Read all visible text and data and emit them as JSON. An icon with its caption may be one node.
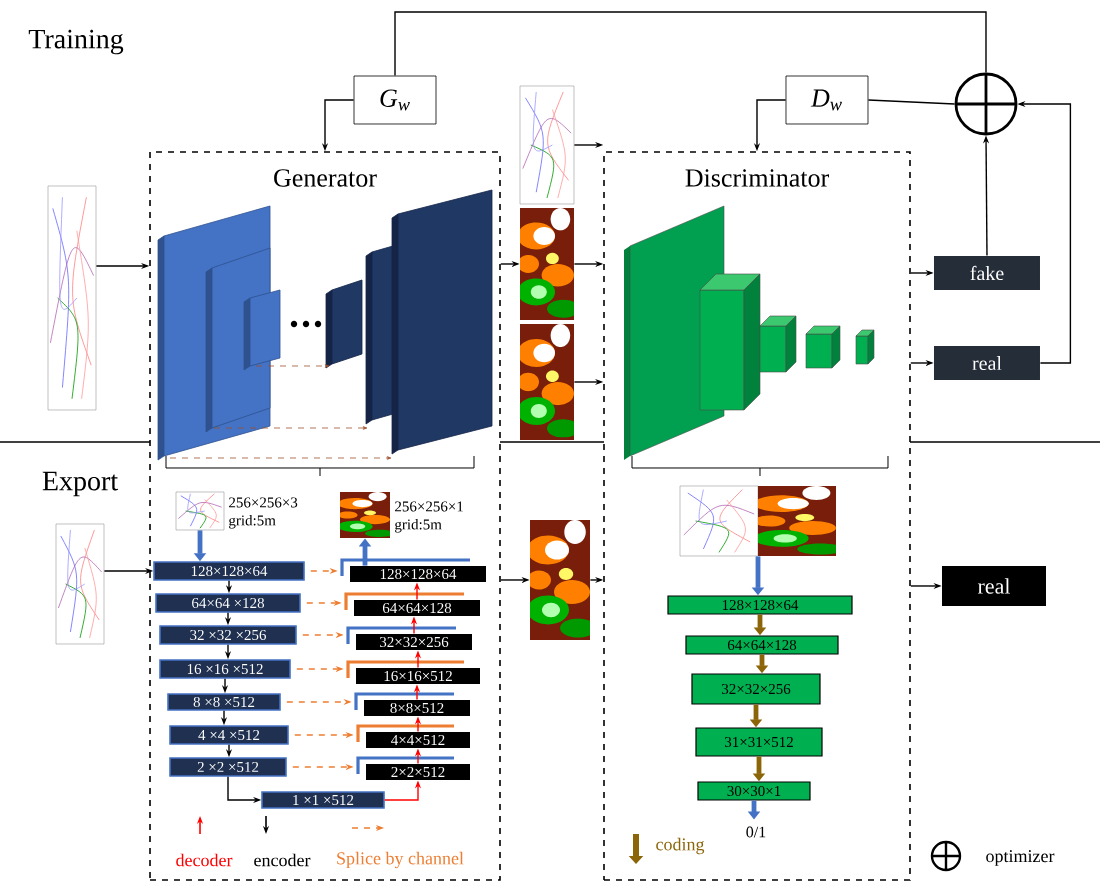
{
  "diagram": {
    "nodes": [
      {
        "text": [
          "Generator"
        ]
      },
      {
        "text": [
          "Discriminator"
        ]
      },
      {
        "text": [
          "G$_{w}$"
        ]
      },
      {
        "text": [
          "D$_{w}$"
        ]
      },
      {
        "text": [],
        "shape": "circle"
      },
      {
        "text": [
          "fake"
        ]
      },
      {
        "text": [
          "real"
        ]
      },
      {
        "text": [],
        "shape": "picture"
      },
      {
        "text": [],
        "shape": "picture"
      },
      {
        "text": [],
        "shape": "picture"
      },
      {
        "text": [],
        "shape": "picture"
      },
      {
        "text": [],
        "shape": "picture"
      },
      {
        "text": [],
        "shape": "picture",
        "in": 0,
        "beside": [
          "256×256×3 grid:5m"
        ]
      },
      {
        "text": [],
        "shape": "picture",
        "in": 0,
        "beside": [
          "256×256×1 grid:5m"
        ]
      },
      {
        "text": [
          "128×128×64"
        ],
        "in": 0
      },
      {
        "text": [
          "64×64 ×128"
        ],
        "in": 0
      },
      {
        "text": [
          "32 ×32 ×256"
        ],
        "in": 0
      },
      {
        "text": [
          "16 ×16 ×512"
        ],
        "in": 0
      },
      {
        "text": [
          "8 ×8 ×512"
        ],
        "in": 0
      },
      {
        "text": [
          "4 ×4 ×512"
        ],
        "in": 0
      },
      {
        "text": [
          "2 ×2 ×512"
        ],
        "in": 0
      },
      {
        "text": [
          "1 ×1 ×512"
        ],
        "in": 0
      },
      {
        "text": [
          "128×128×64"
        ],
        "in": 0
      },
      {
        "text": [
          "64×64×128"
        ],
        "in": 0
      },
      {
        "text": [
          "32×32×256"
        ],
        "in": 0
      },
      {
        "text": [
          "16×16×512"
        ],
        "in": 0
      },
      {
        "text": [
          "8×8×512"
        ],
        "in": 0
      },
      {
        "text": [
          "4×4×512"
        ],
        "in": 0
      },
      {
        "text": [
          "2×2×512"
        ],
        "in": 0
      },
      {
        "text": [],
        "shape": "picture"
      },
      {
        "text": [],
        "shape": "picture",
        "in": 1
      },
      {
        "text": [
          "128×128×64"
        ],
        "in": 1
      },
      {
        "text": [
          "64×64×128"
        ],
        "in": 1
      },
      {
        "text": [
          "32×32×256"
        ],
        "in": 1
      },
      {
        "text": [
          "31×31×512"
        ],
        "in": 1
      },
      {
        "text": [
          "30×30×1"
        ],
        "in": 1
      },
      {
        "text": [
          "0/1"
        ],
        "in": 1
      },
      {
        "text": [
          "real"
        ]
      }
    ],
    "edges": [
      {
        "from": 7,
        "to": 0,
        "arrow": "to"
      },
      {
        "from": 0,
        "to": 9,
        "arrow": "to"
      },
      {
        "from": 8,
        "to": 1,
        "arrow": "to"
      },
      {
        "from": 9,
        "to": 1,
        "arrow": "to"
      },
      {
        "from": 10,
        "to": 1,
        "arrow": "to"
      },
      {
        "from": 1,
        "to": 5,
        "arrow": "to"
      },
      {
        "from": 1,
        "to": 6,
        "arrow": "to"
      },
      {
        "from": 5,
        "to": 4,
        "arrow": "to"
      },
      {
        "from": 6,
        "to": 4,
        "arrow": "to"
      },
      {
        "from": 4,
        "to": 2,
        "arrow": "none"
      },
      {
        "from": 4,
        "to": 3,
        "arrow": "none"
      },
      {
        "from": 2,
        "to": 0,
        "arrow": "to"
      },
      {
        "from": 3,
        "to": 1,
        "arrow": "to"
      },
      {
        "from": 11,
        "to": 14,
        "arrow": "to"
      },
      {
        "from": 12,
        "to": 14,
        "arrow": "to",
        "style": "thick",
        "color": "#4472c4"
      },
      {
        "from": 14,
        "to": 15,
        "arrow": "to"
      },
      {
        "from": 15,
        "to": 16,
        "arrow": "to"
      },
      {
        "from": 16,
        "to": 17,
        "arrow": "to"
      },
      {
        "from": 17,
        "to": 18,
        "arrow": "to"
      },
      {
        "from": 18,
        "to": 19,
        "arrow": "to"
      },
      {
        "from": 19,
        "to": 20,
        "arrow": "to"
      },
      {
        "from": 20,
        "to": 21,
        "arrow": "to"
      },
      {
        "from": 21,
        "to": 28,
        "arrow": "to",
        "color": "#ff0000"
      },
      {
        "from": 28,
        "to": 27,
        "arrow": "to",
        "color": "#ff0000"
      },
      {
        "from": 27,
        "to": 26,
        "arrow": "to",
        "color": "#ff0000"
      },
      {
        "from": 26,
        "to": 25,
        "arrow": "to",
        "color": "#ff0000"
      },
      {
        "from": 25,
        "to": 24,
        "arrow": "to",
        "color": "#ff0000"
      },
      {
        "from": 24,
        "to": 23,
        "arrow": "to",
        "color": "#ff0000"
      },
      {
        "from": 23,
        "to": 22,
        "arrow": "to",
        "color": "#ff0000"
      },
      {
        "from": 22,
        "to": 13,
        "arrow": "to",
        "style": "thick",
        "color": "#4472c4"
      },
      {
        "from": 14,
        "to": 22,
        "arrow": "to",
        "style": "dashed",
        "color": "#ed7d31"
      },
      {
        "from": 15,
        "to": 23,
        "arrow": "to",
        "style": "dashed",
        "color": "#ed7d31"
      },
      {
        "from": 16,
        "to": 24,
        "arrow": "to",
        "style": "dashed",
        "color": "#ed7d31"
      },
      {
        "from": 17,
        "to": 25,
        "arrow": "to",
        "style": "dashed",
        "color": "#ed7d31"
      },
      {
        "from": 18,
        "to": 26,
        "arrow": "to",
        "style": "dashed",
        "color": "#ed7d31"
      },
      {
        "from": 19,
        "to": 27,
        "arrow": "to",
        "style": "dashed",
        "color": "#ed7d31"
      },
      {
        "from": 20,
        "to": 28,
        "arrow": "to",
        "style": "dashed",
        "color": "#ed7d31"
      },
      {
        "from": 0,
        "to": 29,
        "arrow": "to"
      },
      {
        "from": 29,
        "to": 1,
        "arrow": "to"
      },
      {
        "from": 1,
        "to": 37,
        "arrow": "to"
      },
      {
        "from": 30,
        "to": 31,
        "arrow": "to",
        "style": "thick",
        "color": "#4472c4"
      },
      {
        "from": 31,
        "to": 32,
        "arrow": "to",
        "style": "thick",
        "color": "#8b6508"
      },
      {
        "from": 32,
        "to": 33,
        "arrow": "to",
        "style": "thick",
        "color": "#8b6508"
      },
      {
        "from": 33,
        "to": 34,
        "arrow": "to",
        "style": "thick",
        "color": "#8b6508"
      },
      {
        "from": 34,
        "to": 35,
        "arrow": "to",
        "style": "thick",
        "color": "#8b6508"
      },
      {
        "from": 35,
        "to": 36,
        "arrow": "to",
        "style": "thick",
        "color": "#4472c4"
      }
    ],
    "labels": [
      "Training",
      "Export"
    ],
    "legend": [
      {
        "text": "decoder"
      },
      {
        "text": "encoder"
      },
      {
        "text": "Splice by channel"
      },
      {
        "text": "coding"
      },
      {
        "text": "optimizer"
      }
    ]
  }
}
